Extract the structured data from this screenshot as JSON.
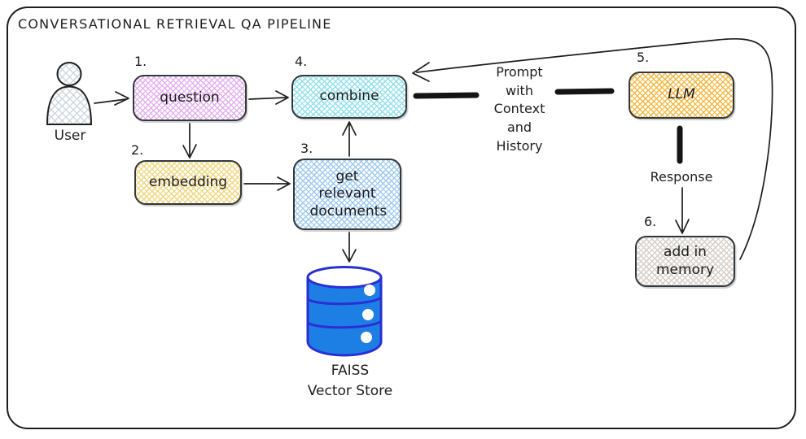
{
  "title": "CONVERSATIONAL RETRIEVAL QA PIPELINE",
  "actor": {
    "label": "User"
  },
  "boxes": {
    "question": {
      "number": "1.",
      "label": "question"
    },
    "embedding": {
      "number": "2.",
      "label": "embedding"
    },
    "get_docs": {
      "number": "3.",
      "label": "get relevant documents"
    },
    "combine": {
      "number": "4.",
      "label": "combine"
    },
    "llm": {
      "number": "5.",
      "label": "LLM"
    },
    "memory": {
      "number": "6.",
      "label": "add in memory"
    }
  },
  "edge_labels": {
    "prompt": "Prompt with Context and History",
    "response": "Response"
  },
  "datastore": {
    "name": "FAISS",
    "type": "Vector Store"
  },
  "colors": {
    "ink": "#1e1e1e",
    "c_question": "#e3aef0",
    "c_embedding": "#f0d67c",
    "c_docs": "#9cc9ef",
    "c_combine": "#8fe0ec",
    "c_llm": "#f4b63e",
    "c_memory": "#d5ccc5",
    "c_userhatch": "#ccd3de",
    "faiss_fill": "#1d7fe3",
    "faiss_stroke": "#2a2fd4"
  }
}
